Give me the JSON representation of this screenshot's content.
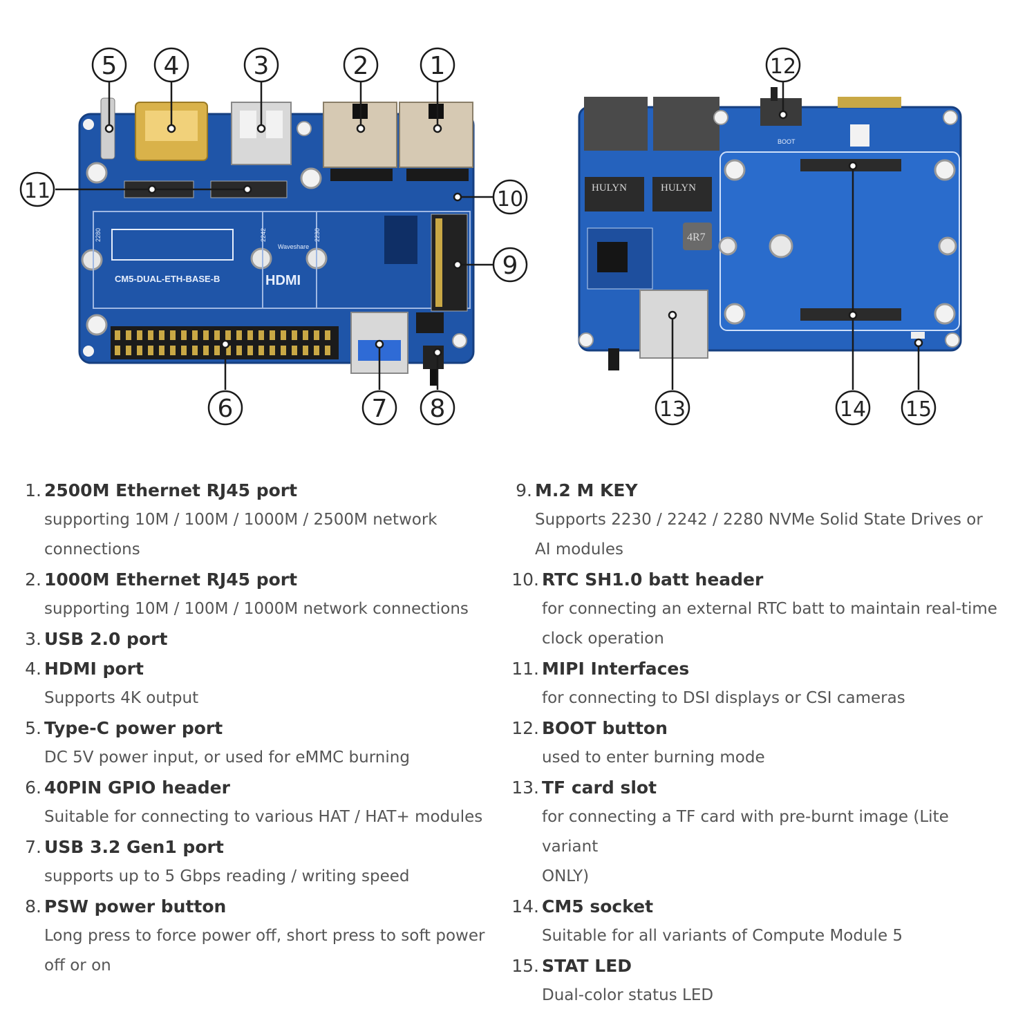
{
  "callouts": [
    "1",
    "2",
    "3",
    "4",
    "5",
    "6",
    "7",
    "8",
    "9",
    "10",
    "11",
    "12",
    "13",
    "14",
    "15"
  ],
  "board_labels": {
    "model": "CM5-DUAL-ETH-BASE-B",
    "hdmi_logo": "HDMI",
    "brand": "Waveshare",
    "m2_lengths": [
      "2280",
      "2242",
      "2230"
    ],
    "chip1": "HULYN",
    "chip2": "HULYN",
    "inductor": "4R7",
    "boot": "BOOT"
  },
  "colors": {
    "pcb": "#1f55a8",
    "pcb_edge": "#163f80",
    "metal": "#c9c9c9"
  },
  "items": [
    {
      "num": "1.",
      "title": "2500M Ethernet RJ45 port",
      "desc": [
        "supporting 10M / 100M / 1000M / 2500M network",
        "connections"
      ]
    },
    {
      "num": "2.",
      "title": "1000M Ethernet RJ45 port",
      "desc": [
        "supporting 10M / 100M / 1000M network connections"
      ]
    },
    {
      "num": "3.",
      "title": "USB 2.0 port",
      "desc": []
    },
    {
      "num": "4.",
      "title": "HDMI port",
      "desc": [
        "Supports 4K output"
      ]
    },
    {
      "num": "5.",
      "title": "Type-C power port",
      "desc": [
        "DC 5V power input, or used for eMMC burning"
      ]
    },
    {
      "num": "6.",
      "title": "40PIN GPIO header",
      "desc": [
        "Suitable for connecting to various HAT / HAT+ modules"
      ]
    },
    {
      "num": "7.",
      "title": "USB 3.2 Gen1 port",
      "desc": [
        "supports up to 5 Gbps reading / writing speed"
      ]
    },
    {
      "num": "8.",
      "title": "PSW power button",
      "desc": [
        "Long press to force power off, short press to soft power",
        "off or on"
      ]
    },
    {
      "num": "9.",
      "title": "M.2 M KEY",
      "desc": [
        "Supports 2230 / 2242 / 2280 NVMe Solid State Drives or",
        "AI modules"
      ]
    },
    {
      "num": "10.",
      "title": "RTC SH1.0 batt header",
      "desc": [
        "for connecting an external RTC batt to maintain real-time",
        "clock operation"
      ]
    },
    {
      "num": "11.",
      "title": "MIPI Interfaces",
      "desc": [
        "for connecting to DSI displays or CSI cameras"
      ]
    },
    {
      "num": "12.",
      "title": "BOOT button",
      "desc": [
        "used to enter burning mode"
      ]
    },
    {
      "num": "13.",
      "title": "TF card slot",
      "desc": [
        "for connecting a TF card with pre-burnt image (Lite variant",
        "ONLY)"
      ]
    },
    {
      "num": "14.",
      "title": "CM5 socket",
      "desc": [
        "Suitable for all variants of Compute Module 5"
      ]
    },
    {
      "num": "15.",
      "title": "STAT LED",
      "desc": [
        "Dual-color status LED"
      ]
    }
  ]
}
